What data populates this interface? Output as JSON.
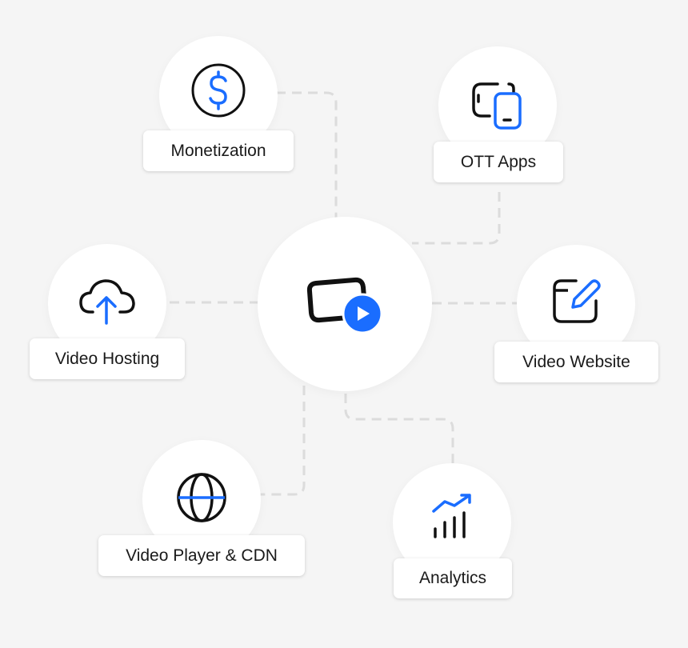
{
  "colors": {
    "background": "#f5f5f5",
    "accent": "#1a6dff",
    "icon_dark": "#111111",
    "connector": "#dcdcdc"
  },
  "hub": {
    "icon": "video-play-icon"
  },
  "nodes": [
    {
      "id": "monetization",
      "label": "Monetization",
      "icon": "dollar-icon"
    },
    {
      "id": "ott-apps",
      "label": "OTT Apps",
      "icon": "devices-icon"
    },
    {
      "id": "video-hosting",
      "label": "Video Hosting",
      "icon": "cloud-upload-icon"
    },
    {
      "id": "video-website",
      "label": "Video Website",
      "icon": "edit-icon"
    },
    {
      "id": "video-player-cdn",
      "label": "Video Player & CDN",
      "icon": "globe-icon"
    },
    {
      "id": "analytics",
      "label": "Analytics",
      "icon": "analytics-icon"
    }
  ]
}
